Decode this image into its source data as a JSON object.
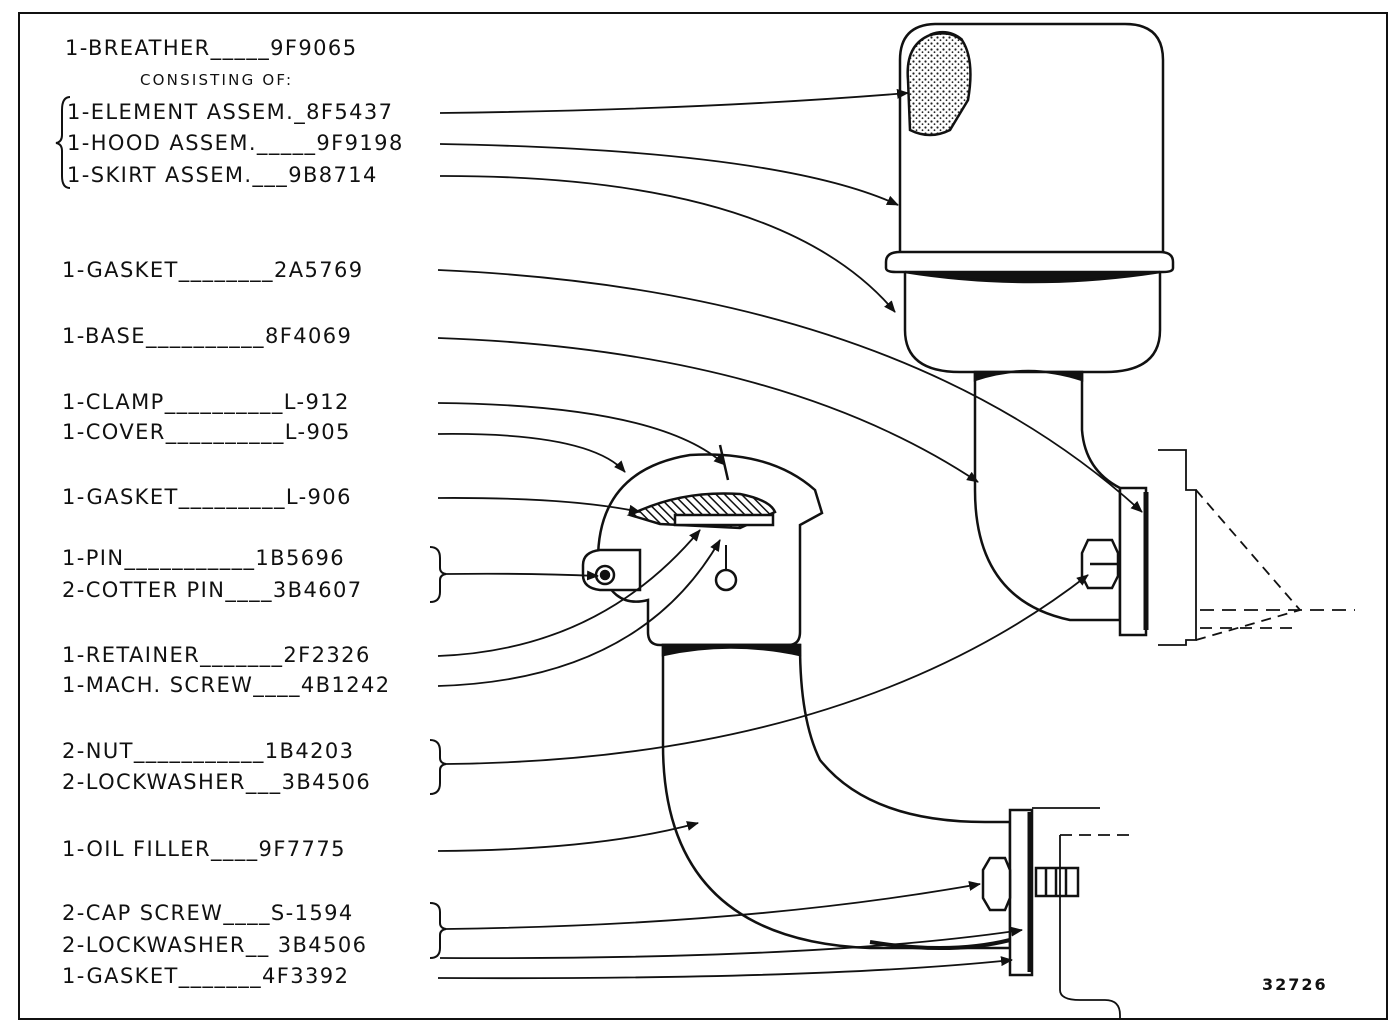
{
  "parts": [
    {
      "id": "breather",
      "label": "1-BREATHER_____9F9065"
    },
    {
      "id": "consisting",
      "label": "CONSISTING OF:"
    },
    {
      "id": "element",
      "label": "1-ELEMENT ASSEM._8F5437"
    },
    {
      "id": "hood",
      "label": "1-HOOD ASSEM._____9F9198"
    },
    {
      "id": "skirt",
      "label": "1-SKIRT ASSEM.___9B8714"
    },
    {
      "id": "gasket1",
      "label": "1-GASKET________2A5769"
    },
    {
      "id": "base",
      "label": "1-BASE__________8F4069"
    },
    {
      "id": "clamp",
      "label": "1-CLAMP__________L-912"
    },
    {
      "id": "cover",
      "label": "1-COVER__________L-905"
    },
    {
      "id": "gasket2",
      "label": "1-GASKET_________L-906"
    },
    {
      "id": "pin",
      "label": "1-PIN___________1B5696"
    },
    {
      "id": "cotter",
      "label": "2-COTTER PIN____3B4607"
    },
    {
      "id": "retainer",
      "label": "1-RETAINER_______2F2326"
    },
    {
      "id": "machscrew",
      "label": "1-MACH. SCREW____4B1242"
    },
    {
      "id": "nut",
      "label": "2-NUT___________1B4203"
    },
    {
      "id": "lockwasher1",
      "label": "2-LOCKWASHER___3B4506"
    },
    {
      "id": "oilfiller",
      "label": "1-OIL FILLER____9F7775"
    },
    {
      "id": "capscrew",
      "label": "2-CAP SCREW____S-1594"
    },
    {
      "id": "lockwasher2",
      "label": "2-LOCKWASHER__ 3B4506"
    },
    {
      "id": "gasket3",
      "label": "1-GASKET_______4F3392"
    }
  ],
  "figure_number": "32726"
}
